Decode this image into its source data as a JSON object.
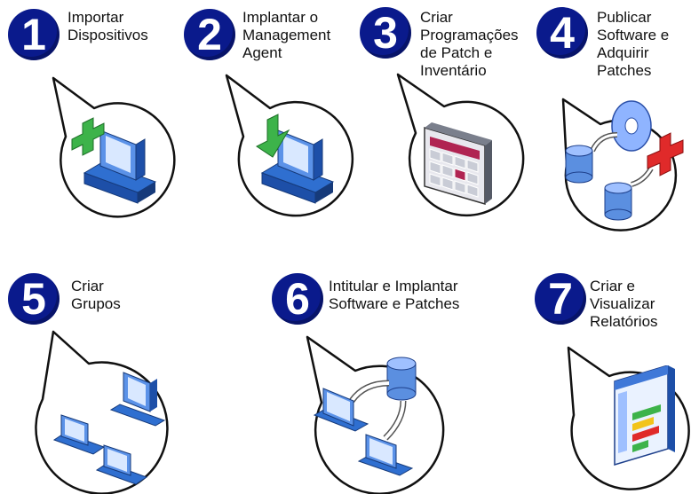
{
  "steps": [
    {
      "number": "1",
      "lines": [
        "Importar",
        "Dispositivos"
      ],
      "icon": "import-devices-icon"
    },
    {
      "number": "2",
      "lines": [
        "Implantar o",
        "Management",
        "Agent"
      ],
      "icon": "deploy-agent-icon"
    },
    {
      "number": "3",
      "lines": [
        "Criar",
        "Programações",
        "de Patch e",
        "Inventário"
      ],
      "icon": "calendar-schedule-icon"
    },
    {
      "number": "4",
      "lines": [
        "Publicar",
        "Software e",
        "Adquirir",
        "Patches"
      ],
      "icon": "publish-software-icon"
    },
    {
      "number": "5",
      "lines": [
        "Criar",
        "Grupos"
      ],
      "icon": "device-groups-icon"
    },
    {
      "number": "6",
      "lines": [
        "Intitular e Implantar",
        "Software e Patches"
      ],
      "icon": "entitle-deploy-icon"
    },
    {
      "number": "7",
      "lines": [
        "Criar e",
        "Visualizar",
        "Relatórios"
      ],
      "icon": "reports-icon"
    }
  ],
  "colors": {
    "badge": "#0a1a8c",
    "bubble_stroke": "#111111",
    "monitor": "#4a7fd6",
    "green_accent": "#3db34a",
    "red_accent": "#e02a2a"
  }
}
